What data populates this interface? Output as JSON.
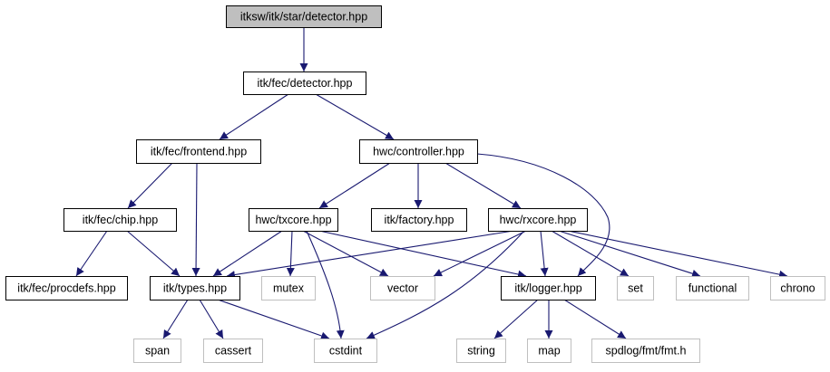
{
  "colors": {
    "edge": "#191970",
    "highlight_fill": "#bfbfbf",
    "highlight_border": "#000000",
    "normal_border": "#000000",
    "external_border": "#bfbfbf",
    "external_text": "#7f7f7f",
    "text": "#000000",
    "background": "#ffffff"
  },
  "nodes": [
    {
      "id": "star_detector",
      "label": "itksw/itk/star/detector.hpp",
      "kind": "highlight"
    },
    {
      "id": "fec_detector",
      "label": "itk/fec/detector.hpp",
      "kind": "normal"
    },
    {
      "id": "frontend",
      "label": "itk/fec/frontend.hpp",
      "kind": "normal"
    },
    {
      "id": "controller",
      "label": "hwc/controller.hpp",
      "kind": "normal"
    },
    {
      "id": "chip",
      "label": "itk/fec/chip.hpp",
      "kind": "normal"
    },
    {
      "id": "txcore",
      "label": "hwc/txcore.hpp",
      "kind": "normal"
    },
    {
      "id": "factory",
      "label": "itk/factory.hpp",
      "kind": "normal"
    },
    {
      "id": "rxcore",
      "label": "hwc/rxcore.hpp",
      "kind": "normal"
    },
    {
      "id": "procdefs",
      "label": "itk/fec/procdefs.hpp",
      "kind": "normal"
    },
    {
      "id": "types",
      "label": "itk/types.hpp",
      "kind": "normal"
    },
    {
      "id": "mutex",
      "label": "mutex",
      "kind": "external"
    },
    {
      "id": "vector",
      "label": "vector",
      "kind": "external"
    },
    {
      "id": "logger",
      "label": "itk/logger.hpp",
      "kind": "normal"
    },
    {
      "id": "set",
      "label": "set",
      "kind": "external"
    },
    {
      "id": "functional",
      "label": "functional",
      "kind": "external"
    },
    {
      "id": "chrono",
      "label": "chrono",
      "kind": "external"
    },
    {
      "id": "span",
      "label": "span",
      "kind": "external"
    },
    {
      "id": "cassert",
      "label": "cassert",
      "kind": "external"
    },
    {
      "id": "cstdint",
      "label": "cstdint",
      "kind": "external"
    },
    {
      "id": "string",
      "label": "string",
      "kind": "external"
    },
    {
      "id": "map",
      "label": "map",
      "kind": "external"
    },
    {
      "id": "fmt",
      "label": "spdlog/fmt/fmt.h",
      "kind": "external"
    }
  ],
  "edges": [
    {
      "from": "star_detector",
      "to": "fec_detector"
    },
    {
      "from": "fec_detector",
      "to": "frontend"
    },
    {
      "from": "fec_detector",
      "to": "controller"
    },
    {
      "from": "frontend",
      "to": "chip"
    },
    {
      "from": "frontend",
      "to": "types"
    },
    {
      "from": "chip",
      "to": "procdefs"
    },
    {
      "from": "chip",
      "to": "types"
    },
    {
      "from": "controller",
      "to": "txcore"
    },
    {
      "from": "controller",
      "to": "factory"
    },
    {
      "from": "controller",
      "to": "rxcore"
    },
    {
      "from": "controller",
      "to": "logger"
    },
    {
      "from": "txcore",
      "to": "types"
    },
    {
      "from": "txcore",
      "to": "mutex"
    },
    {
      "from": "txcore",
      "to": "vector"
    },
    {
      "from": "txcore",
      "to": "logger"
    },
    {
      "from": "txcore",
      "to": "cstdint"
    },
    {
      "from": "rxcore",
      "to": "types"
    },
    {
      "from": "rxcore",
      "to": "vector"
    },
    {
      "from": "rxcore",
      "to": "logger"
    },
    {
      "from": "rxcore",
      "to": "cstdint"
    },
    {
      "from": "rxcore",
      "to": "set"
    },
    {
      "from": "rxcore",
      "to": "functional"
    },
    {
      "from": "rxcore",
      "to": "chrono"
    },
    {
      "from": "types",
      "to": "span"
    },
    {
      "from": "types",
      "to": "cassert"
    },
    {
      "from": "types",
      "to": "cstdint"
    },
    {
      "from": "logger",
      "to": "string"
    },
    {
      "from": "logger",
      "to": "map"
    },
    {
      "from": "logger",
      "to": "fmt"
    }
  ]
}
